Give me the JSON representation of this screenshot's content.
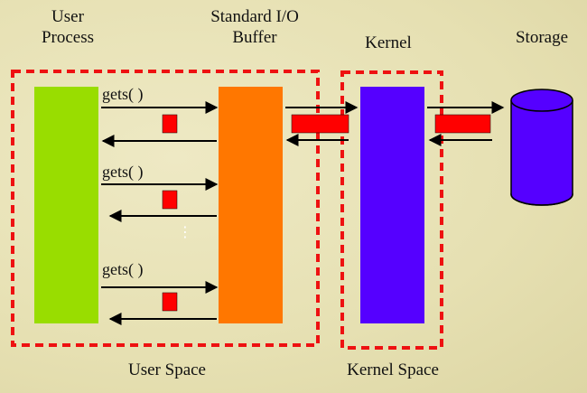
{
  "labels": {
    "user_process_line1": "User",
    "user_process_line2": "Process",
    "stdio_line1": "Standard I/O",
    "stdio_line2": "Buffer",
    "kernel": "Kernel",
    "storage": "Storage",
    "user_space": "User Space",
    "kernel_space": "Kernel Space"
  },
  "calls": [
    {
      "label": "gets( )"
    },
    {
      "label": "gets( )"
    },
    {
      "label": "gets( )"
    }
  ],
  "ellipsis": "⋮",
  "colors": {
    "user_process": "#99dd00",
    "stdio_buffer": "#ff7700",
    "kernel": "#5500ff",
    "storage": "#5500ff",
    "data_block": "#ff0000",
    "region_border": "#ee1111",
    "arrow": "#000000"
  }
}
